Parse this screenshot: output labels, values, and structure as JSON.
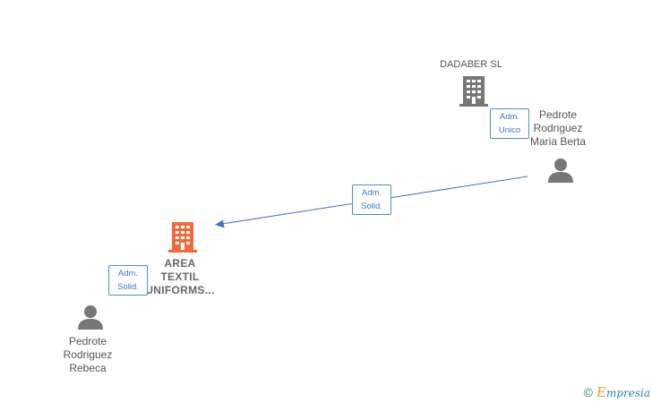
{
  "nodes": {
    "dadaber": {
      "label": "DADABER SL",
      "color": "#777777"
    },
    "area_textil": {
      "label_lines": [
        "AREA",
        "TEXTIL",
        "UNIFORMS..."
      ],
      "color": "#f26a3a"
    },
    "pedrote_maria": {
      "label_lines": [
        "Pedrote",
        "Rodriguez",
        "Maria Berta"
      ],
      "color": "#777777"
    },
    "pedrote_rebeca": {
      "label_lines": [
        "Pedrote",
        "Rodriguez",
        "Rebeca"
      ],
      "color": "#777777"
    }
  },
  "edges": {
    "maria_to_dadaber": {
      "role_lines": [
        "Adm.",
        "Unico"
      ]
    },
    "maria_to_area": {
      "role_lines": [
        "Adm.",
        "Solid."
      ]
    },
    "rebeca_to_area": {
      "role_lines": [
        "Adm.",
        "Solid."
      ]
    }
  },
  "footer": {
    "copyright_symbol": "©",
    "brand_first": "E",
    "brand_rest": "mpresia"
  },
  "colors": {
    "edge": "#3a78c8",
    "badge_border": "#4a8fd8"
  }
}
